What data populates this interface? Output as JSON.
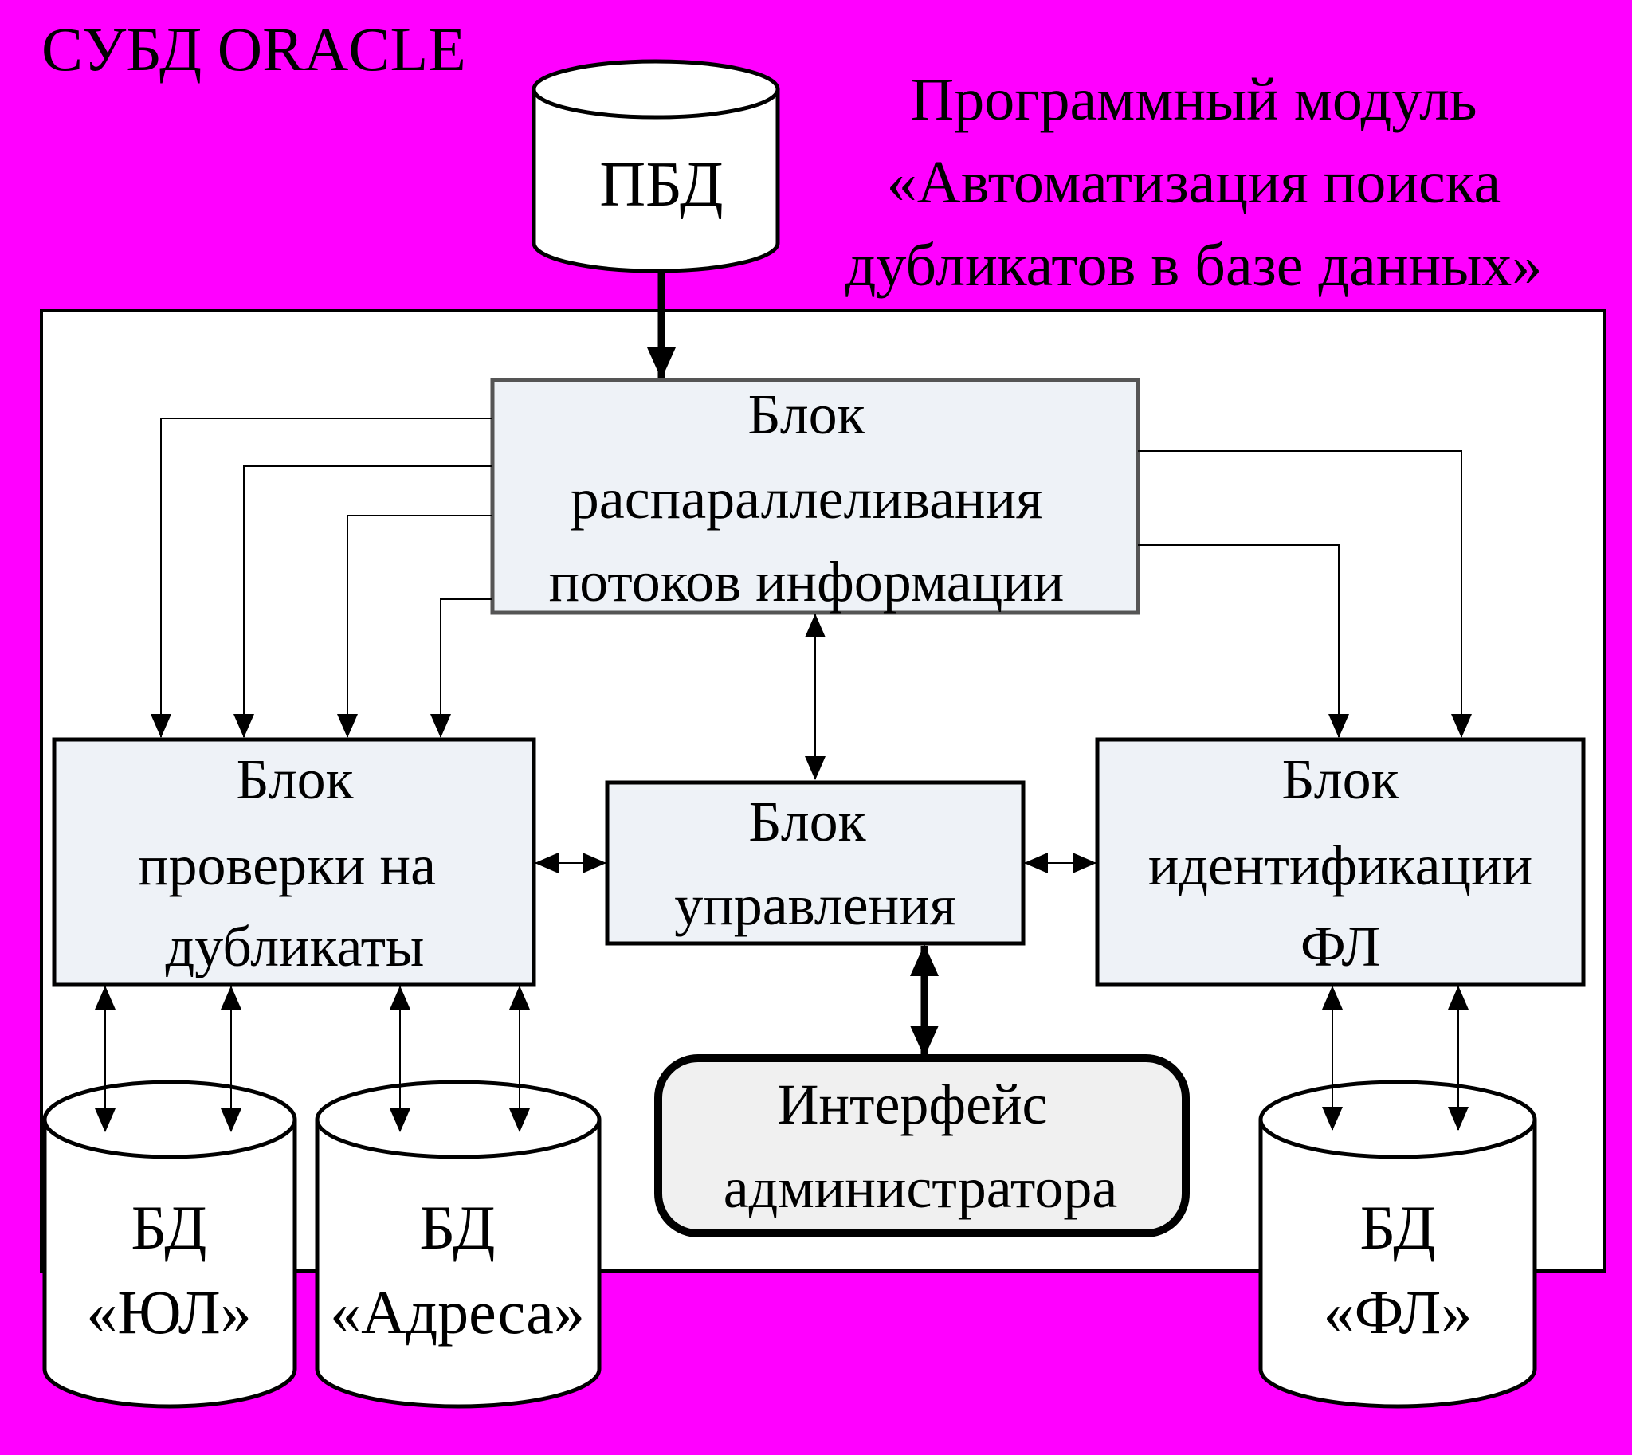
{
  "system_label": "СУБД ORACLE",
  "module_title": [
    "Программный модуль",
    "«Автоматизация поиска",
    "дубликатов в базе данных»"
  ],
  "blocks": {
    "parallel": [
      "Блок",
      "распараллеливания",
      "потоков информации"
    ],
    "duplicates": [
      "Блок",
      "проверки на",
      "дубликаты"
    ],
    "control": [
      "Блок",
      "управления"
    ],
    "identification": [
      "Блок",
      "идентификации",
      "ФЛ"
    ],
    "admin": [
      "Интерфейс",
      "администратора"
    ]
  },
  "databases": {
    "pbd": [
      "ПБД"
    ],
    "ul": [
      "БД",
      "«ЮЛ»"
    ],
    "addresses": [
      "БД",
      "«Адреса»"
    ],
    "fl": [
      "БД",
      "«ФЛ»"
    ]
  },
  "colors": {
    "background": "#ff00ff",
    "module_panel": "#ffffff",
    "block_fill": "#eef2f7",
    "admin_fill": "#f0f0f0",
    "stroke": "#000000"
  }
}
